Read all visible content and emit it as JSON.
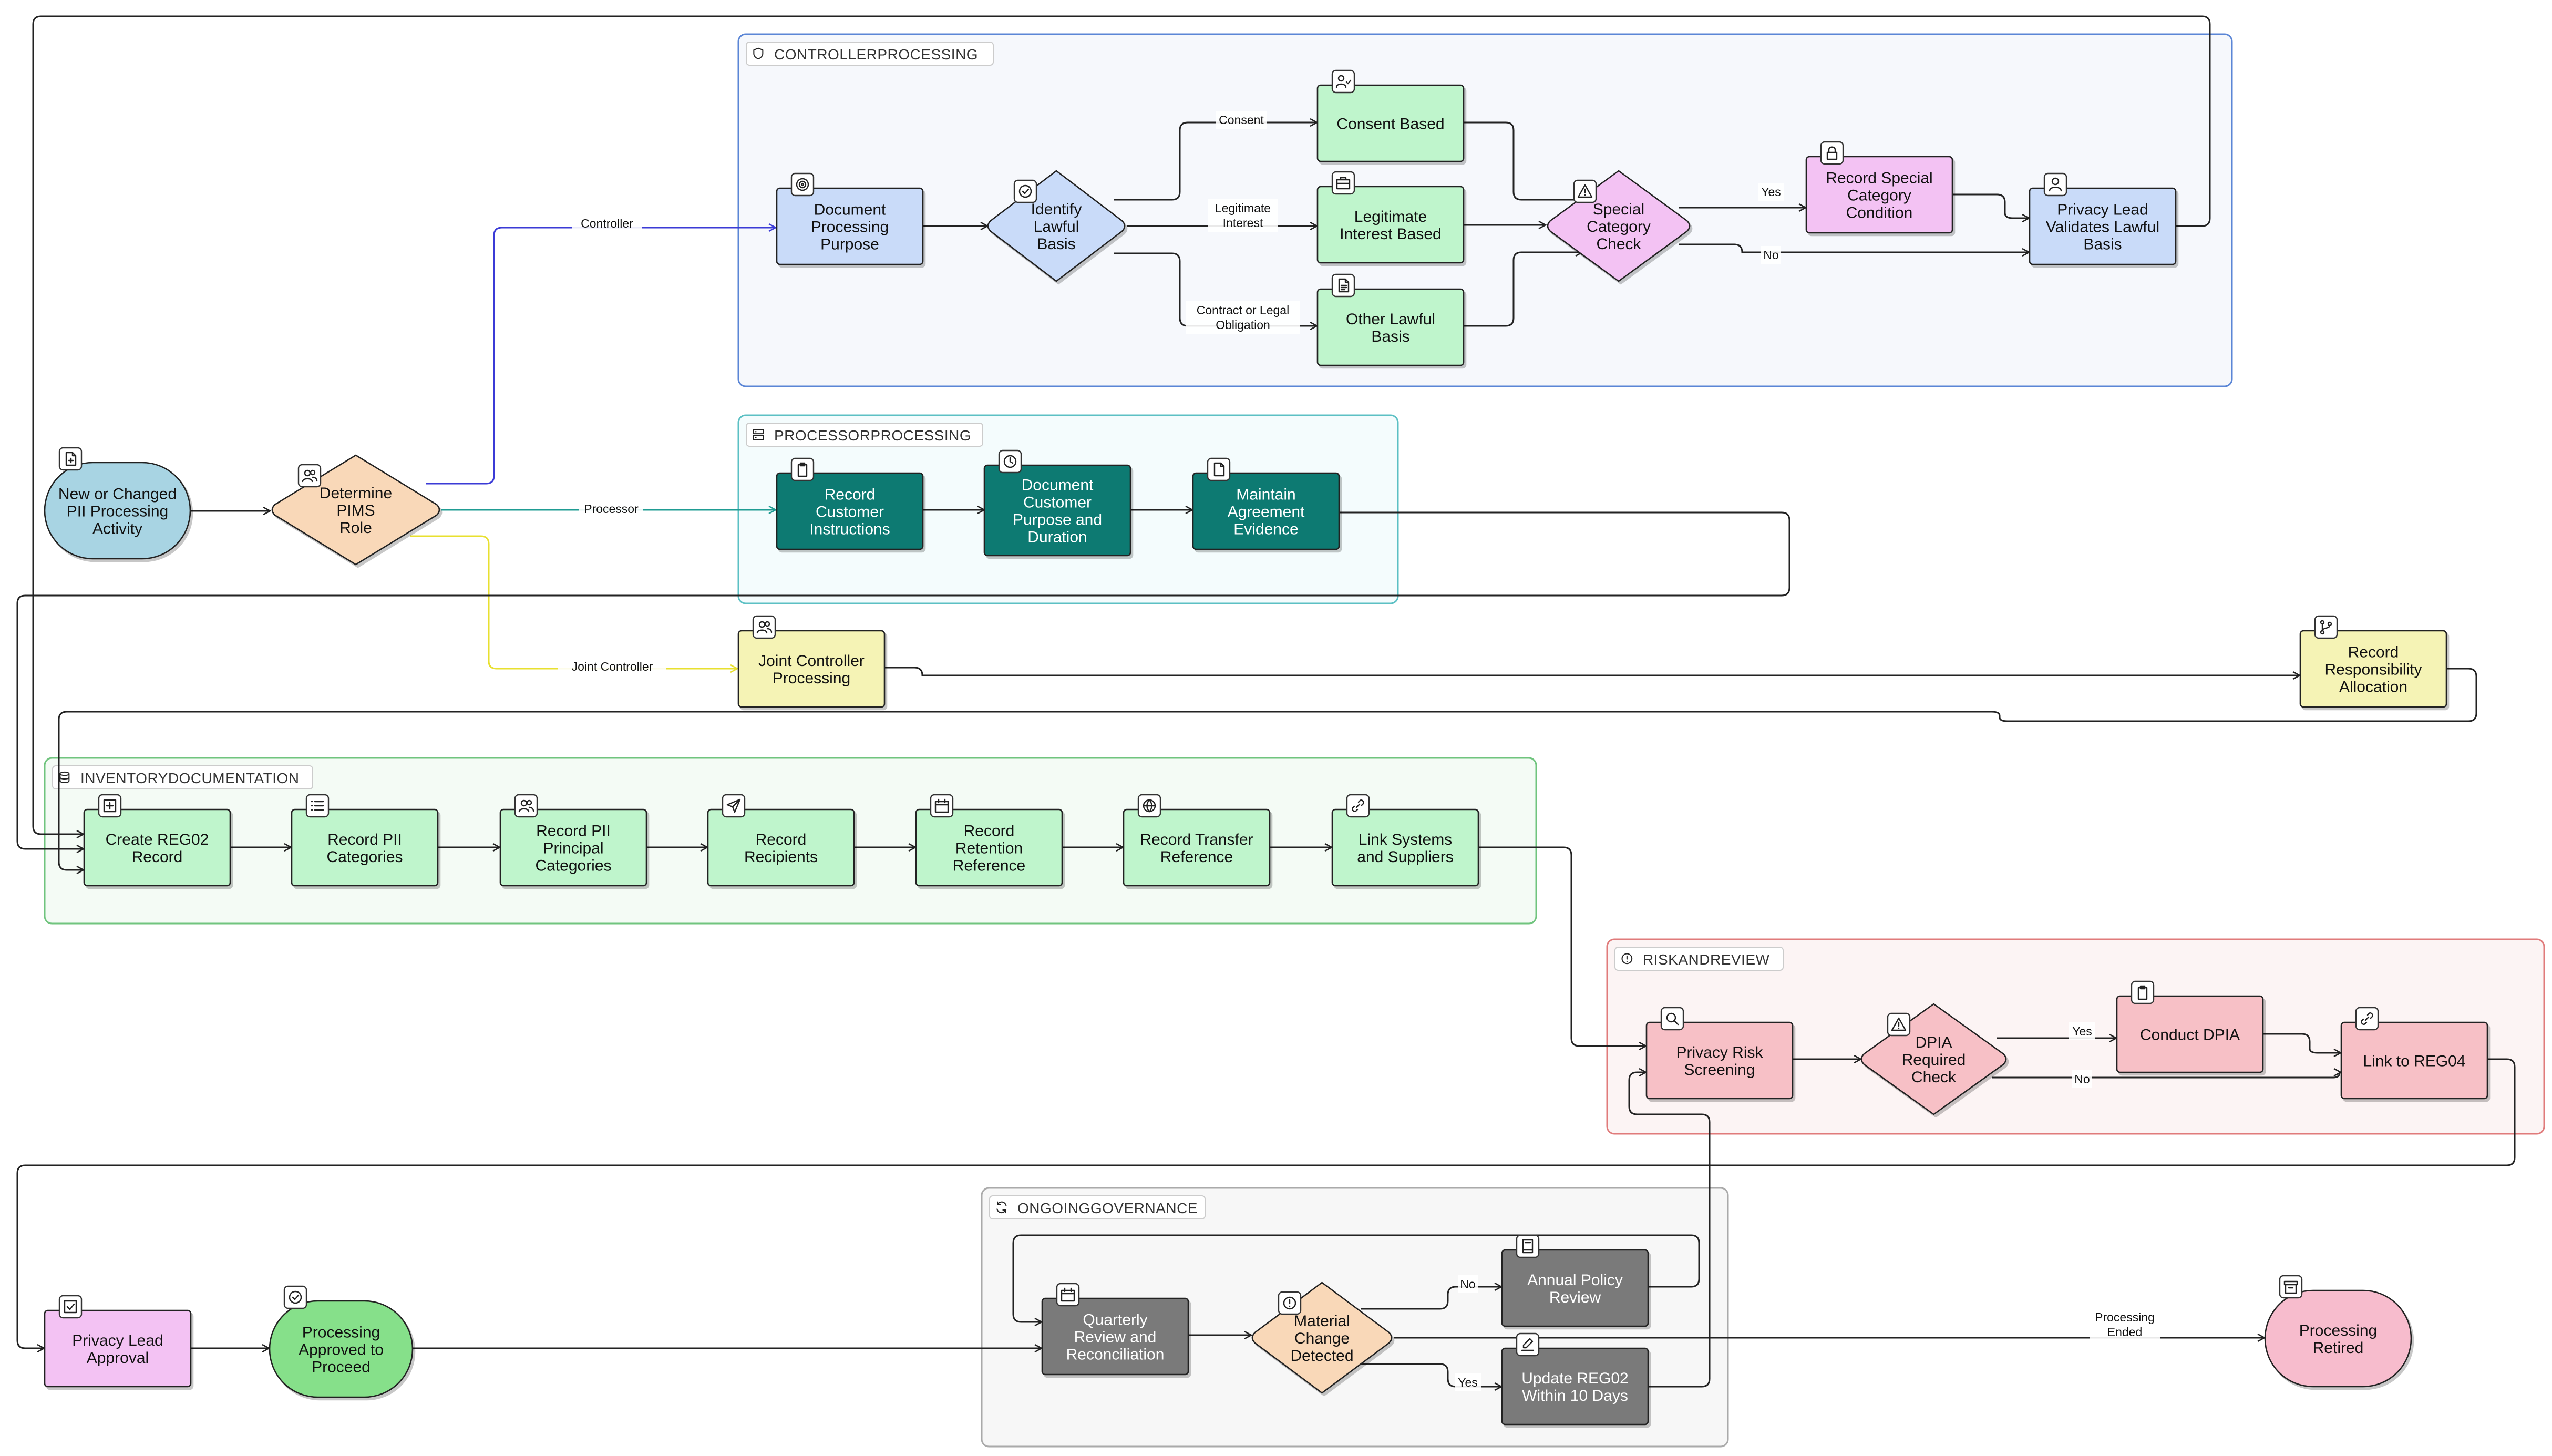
{
  "colors": {
    "blue": "#c9dbf9",
    "green": "#bff5cc",
    "teal": "#0a7a72",
    "yellow": "#f5f3b5",
    "pink": "#f7c0c6",
    "purple": "#f3c2f3",
    "peach": "#f9d8b8",
    "gray": "#7a7a7a",
    "start": "#a8d4e3",
    "approved": "#86e08a",
    "retired": "#f7bccd"
  },
  "groups": [
    {
      "id": "g-controller",
      "title": "CONTROLLERPROCESSING",
      "icon": "shield-icon"
    },
    {
      "id": "g-processor",
      "title": "PROCESSORPROCESSING",
      "icon": "server-icon"
    },
    {
      "id": "g-inventory",
      "title": "INVENTORYDOCUMENTATION",
      "icon": "database-icon"
    },
    {
      "id": "g-risk",
      "title": "RISKANDREVIEW",
      "icon": "alert-circle-icon"
    },
    {
      "id": "g-governance",
      "title": "ONGOINGGOVERNANCE",
      "icon": "refresh-icon"
    }
  ],
  "nodes": [
    {
      "id": "start",
      "lines": [
        "New or Changed",
        "PII Processing",
        "Activity"
      ],
      "icon": "file-plus-icon"
    },
    {
      "id": "role",
      "lines": [
        "Determine",
        "PIMS",
        "Role"
      ],
      "icon": "users-icon"
    },
    {
      "id": "purpose",
      "lines": [
        "Document",
        "Processing",
        "Purpose"
      ],
      "icon": "target-icon"
    },
    {
      "id": "lawful",
      "lines": [
        "Identify",
        "Lawful",
        "Basis"
      ],
      "icon": "check-circle-icon"
    },
    {
      "id": "consent",
      "lines": [
        "Consent Based"
      ],
      "icon": "user-check-icon"
    },
    {
      "id": "legit",
      "lines": [
        "Legitimate",
        "Interest Based"
      ],
      "icon": "briefcase-icon"
    },
    {
      "id": "other",
      "lines": [
        "Other Lawful",
        "Basis"
      ],
      "icon": "document-icon"
    },
    {
      "id": "special",
      "lines": [
        "Special",
        "Category",
        "Check"
      ],
      "icon": "warning-icon"
    },
    {
      "id": "recspecial",
      "lines": [
        "Record Special",
        "Category",
        "Condition"
      ],
      "icon": "lock-icon"
    },
    {
      "id": "validate",
      "lines": [
        "Privacy Lead",
        "Validates Lawful",
        "Basis"
      ],
      "icon": "user-icon"
    },
    {
      "id": "instr",
      "lines": [
        "Record",
        "Customer",
        "Instructions"
      ],
      "icon": "clipboard-icon"
    },
    {
      "id": "custpurp",
      "lines": [
        "Document",
        "Customer",
        "Purpose and",
        "Duration"
      ],
      "icon": "clock-icon"
    },
    {
      "id": "agree",
      "lines": [
        "Maintain",
        "Agreement",
        "Evidence"
      ],
      "icon": "file-icon"
    },
    {
      "id": "joint",
      "lines": [
        "Joint Controller",
        "Processing"
      ],
      "icon": "users-icon"
    },
    {
      "id": "respon",
      "lines": [
        "Record",
        "Responsibility",
        "Allocation"
      ],
      "icon": "git-branch-icon"
    },
    {
      "id": "reg02",
      "lines": [
        "Create REG02",
        "Record"
      ],
      "icon": "plus-square-icon"
    },
    {
      "id": "pii",
      "lines": [
        "Record PII",
        "Categories"
      ],
      "icon": "list-icon"
    },
    {
      "id": "principal",
      "lines": [
        "Record PII",
        "Principal",
        "Categories"
      ],
      "icon": "users-icon"
    },
    {
      "id": "recip",
      "lines": [
        "Record",
        "Recipients"
      ],
      "icon": "send-icon"
    },
    {
      "id": "retention",
      "lines": [
        "Record",
        "Retention",
        "Reference"
      ],
      "icon": "calendar-icon"
    },
    {
      "id": "transfer",
      "lines": [
        "Record Transfer",
        "Reference"
      ],
      "icon": "globe-icon"
    },
    {
      "id": "systems",
      "lines": [
        "Link Systems",
        "and Suppliers"
      ],
      "icon": "link-icon"
    },
    {
      "id": "screen",
      "lines": [
        "Privacy Risk",
        "Screening"
      ],
      "icon": "search-icon"
    },
    {
      "id": "dpiacheck",
      "lines": [
        "DPIA",
        "Required",
        "Check"
      ],
      "icon": "warning-icon"
    },
    {
      "id": "dpia",
      "lines": [
        "Conduct DPIA"
      ],
      "icon": "clipboard-icon"
    },
    {
      "id": "reg04",
      "lines": [
        "Link to REG04"
      ],
      "icon": "link-icon"
    },
    {
      "id": "approval",
      "lines": [
        "Privacy Lead",
        "Approval"
      ],
      "icon": "check-square-icon"
    },
    {
      "id": "approved",
      "lines": [
        "Processing",
        "Approved to",
        "Proceed"
      ],
      "icon": "check-circle-icon"
    },
    {
      "id": "quarterly",
      "lines": [
        "Quarterly",
        "Review and",
        "Reconciliation"
      ],
      "icon": "calendar-icon"
    },
    {
      "id": "material",
      "lines": [
        "Material",
        "Change",
        "Detected"
      ],
      "icon": "alert-circle-icon"
    },
    {
      "id": "annual",
      "lines": [
        "Annual Policy",
        "Review"
      ],
      "icon": "book-icon"
    },
    {
      "id": "update",
      "lines": [
        "Update REG02",
        "Within 10 Days"
      ],
      "icon": "edit-icon"
    },
    {
      "id": "retired",
      "lines": [
        "Processing",
        "Retired"
      ],
      "icon": "archive-icon"
    }
  ],
  "edge_labels": {
    "controller": [
      "Controller"
    ],
    "processor": [
      "Processor"
    ],
    "joint": [
      "Joint Controller"
    ],
    "consent": [
      "Consent"
    ],
    "legit": [
      "Legitimate",
      "Interest"
    ],
    "contract": [
      "Contract or Legal",
      "Obligation"
    ],
    "yes1": [
      "Yes"
    ],
    "no1": [
      "No"
    ],
    "yes2": [
      "Yes"
    ],
    "no2": [
      "No"
    ],
    "no3": [
      "No"
    ],
    "yes3": [
      "Yes"
    ],
    "ended": [
      "Processing",
      "Ended"
    ]
  }
}
